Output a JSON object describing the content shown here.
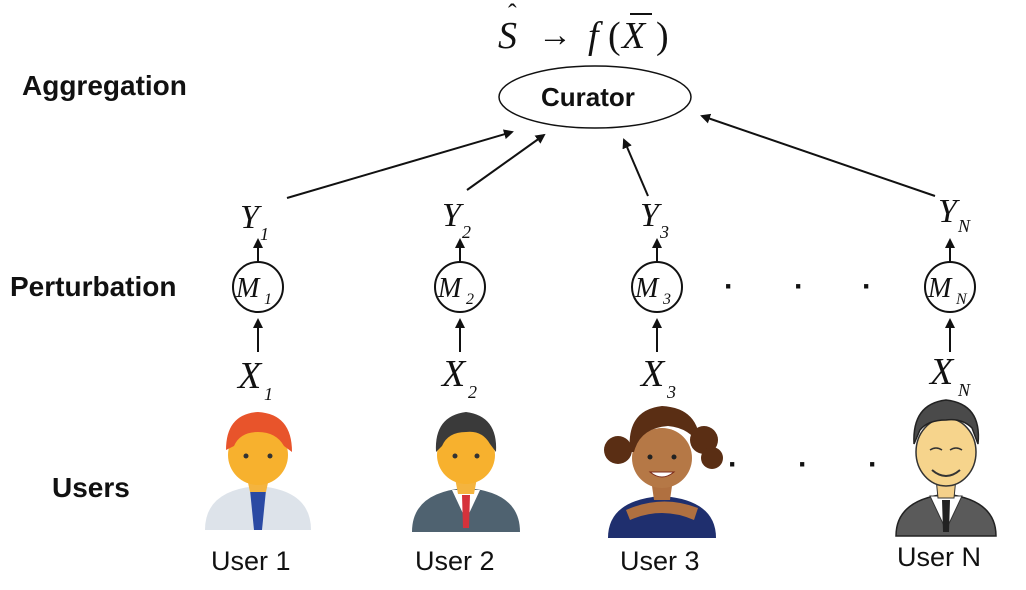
{
  "labels": {
    "aggregation": "Aggregation",
    "perturbation": "Perturbation",
    "users": "Users"
  },
  "curator": {
    "label": "Curator",
    "formula_lhs": "S",
    "formula_arrow": "→",
    "formula_fn": "f",
    "formula_open": "(",
    "formula_arg": "X",
    "formula_close": ")"
  },
  "users": [
    {
      "name": "User 1",
      "x_var": "X",
      "x_sub": "1",
      "y_var": "Y",
      "y_sub": "1",
      "mech": "M",
      "mech_sub": "1",
      "avatar": "male-red-hair-avatar-icon"
    },
    {
      "name": "User 2",
      "x_var": "X",
      "x_sub": "2",
      "y_var": "Y",
      "y_sub": "2",
      "mech": "M",
      "mech_sub": "2",
      "avatar": "male-suit-avatar-icon"
    },
    {
      "name": "User 3",
      "x_var": "X",
      "x_sub": "3",
      "y_var": "Y",
      "y_sub": "3",
      "mech": "M",
      "mech_sub": "3",
      "avatar": "female-curly-hair-avatar-icon"
    },
    {
      "name": "User N",
      "x_var": "X",
      "x_sub": "N",
      "y_var": "Y",
      "y_sub": "N",
      "mech": "M",
      "mech_sub": "N",
      "avatar": "older-male-suit-avatar-icon"
    }
  ],
  "ellipsis": "·"
}
